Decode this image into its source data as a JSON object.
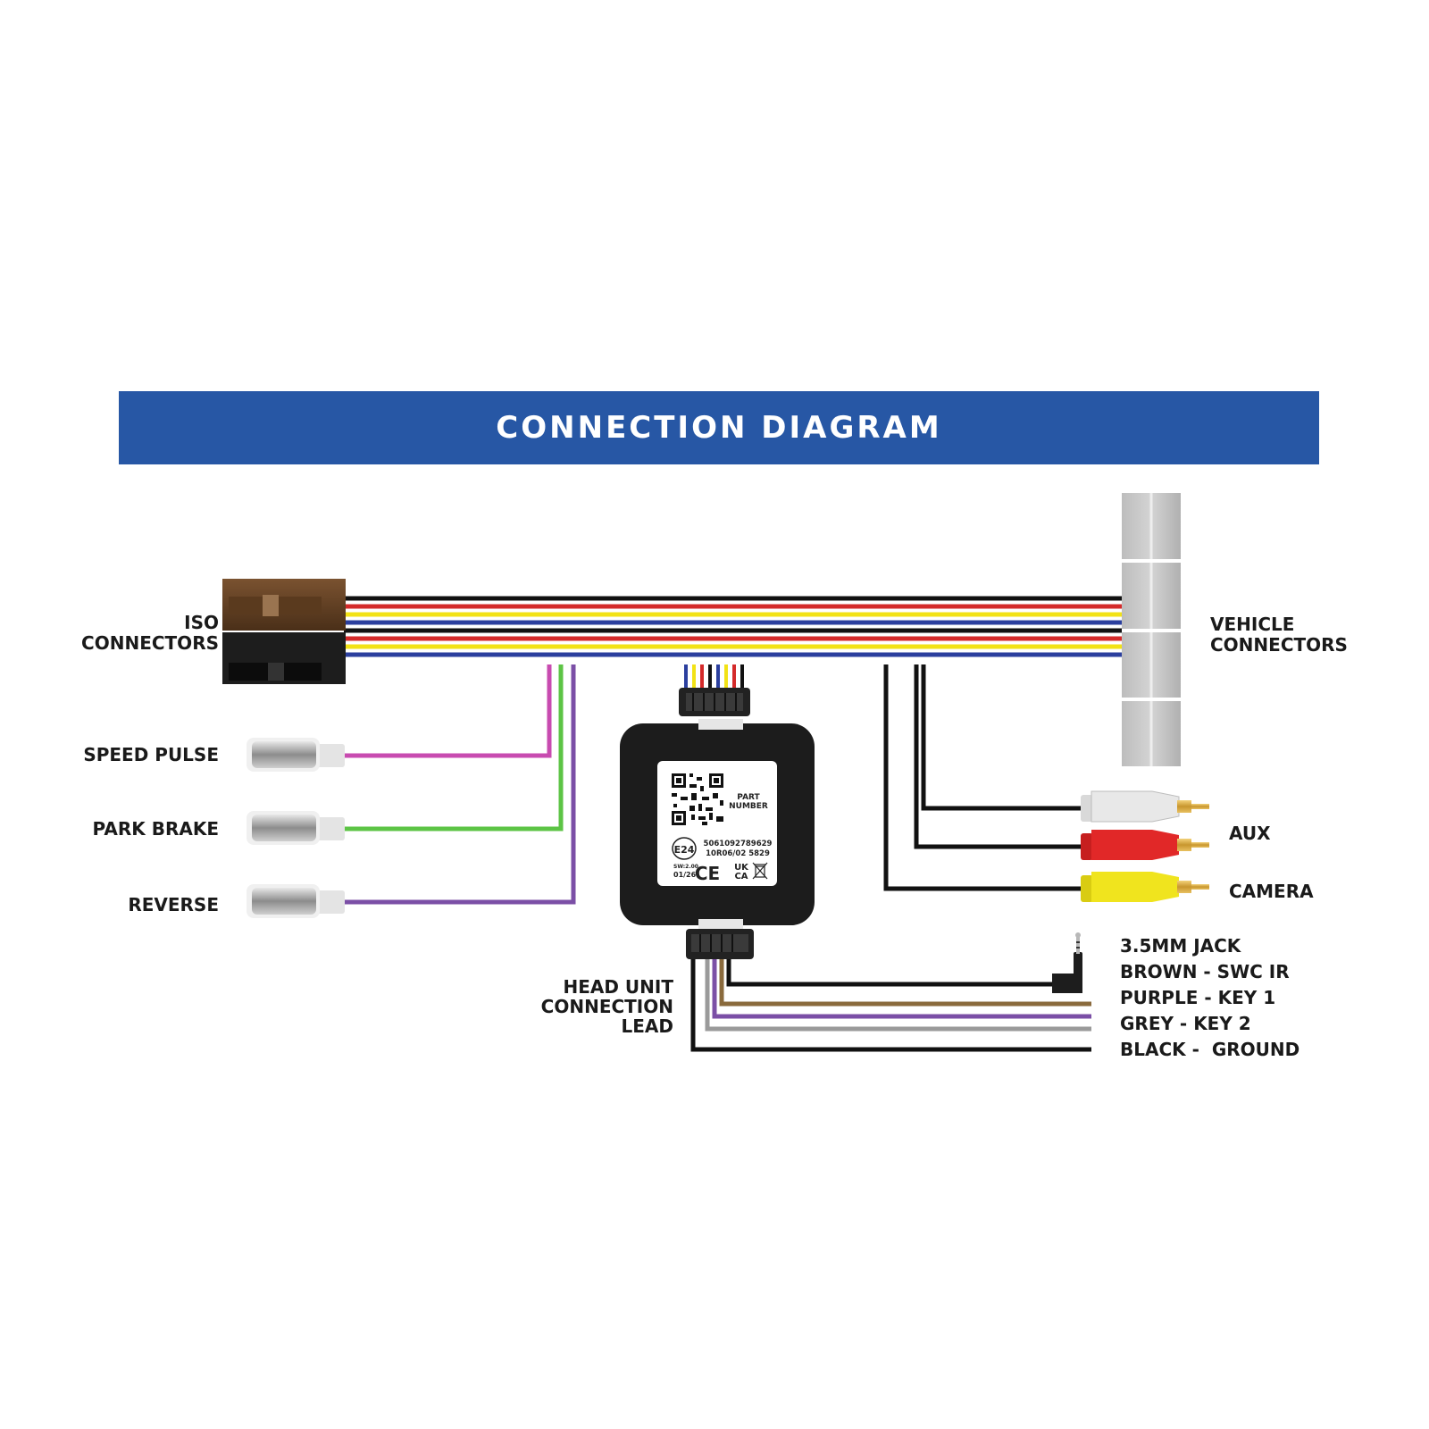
{
  "title": "CONNECTION DIAGRAM",
  "labels": {
    "iso_connectors": [
      "ISO",
      "CONNECTORS"
    ],
    "vehicle_connectors": [
      "VEHICLE",
      "CONNECTORS"
    ],
    "speed_pulse": "SPEED PULSE",
    "park_brake": "PARK BRAKE",
    "reverse": "REVERSE",
    "aux": "AUX",
    "camera": "CAMERA",
    "head_unit": [
      "HEAD UNIT",
      "CONNECTION",
      "LEAD"
    ],
    "jack_list": [
      "3.5MM JACK",
      "BROWN - SWC IR",
      "PURPLE - KEY 1",
      "GREY - KEY 2",
      "BLACK -  GROUND"
    ]
  },
  "module_label": {
    "part": "PART",
    "number": "NUMBER",
    "barcode": "5061092789629",
    "approval": "10R06/02 5829",
    "e_mark": "E24",
    "sw": "SW:2.00",
    "date": "01/26",
    "ce": "CE",
    "ukca_top": "UK",
    "ukca_bottom": "CA"
  },
  "colors": {
    "banner": "#2757a5",
    "wire_black": "#111111",
    "wire_red": "#d42a2a",
    "wire_yellow": "#f2e215",
    "wire_blue": "#2b3f9e",
    "wire_pink": "#c84bb0",
    "wire_green": "#5cc445",
    "wire_purple": "#7b4fa6",
    "wire_brown": "#8a6a3c",
    "wire_grey": "#9a9a9a"
  }
}
